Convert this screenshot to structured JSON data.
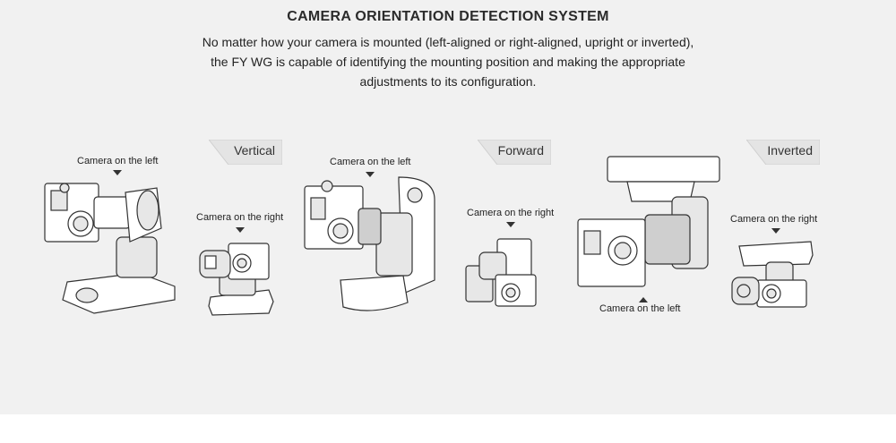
{
  "header": {
    "title": "CAMERA ORIENTATION DETECTION SYSTEM",
    "description_lines": [
      "No matter how your camera is mounted (left-aligned or right-aligned, upright or inverted),",
      "the FY WG is capable of identifying the mounting position and making the appropriate",
      "adjustments to its configuration."
    ]
  },
  "sections": [
    {
      "tab": "Vertical",
      "left_label": "Camera on the left",
      "right_label": "Camera on the right"
    },
    {
      "tab": "Forward",
      "left_label": "Camera on the left",
      "right_label": "Camera on the right"
    },
    {
      "tab": "Inverted",
      "left_label": "Camera on the left",
      "right_label": "Camera on the right"
    }
  ],
  "colors": {
    "background": "#f1f1f1",
    "tab_fill": "#e6e6e6",
    "line": "#333333"
  }
}
